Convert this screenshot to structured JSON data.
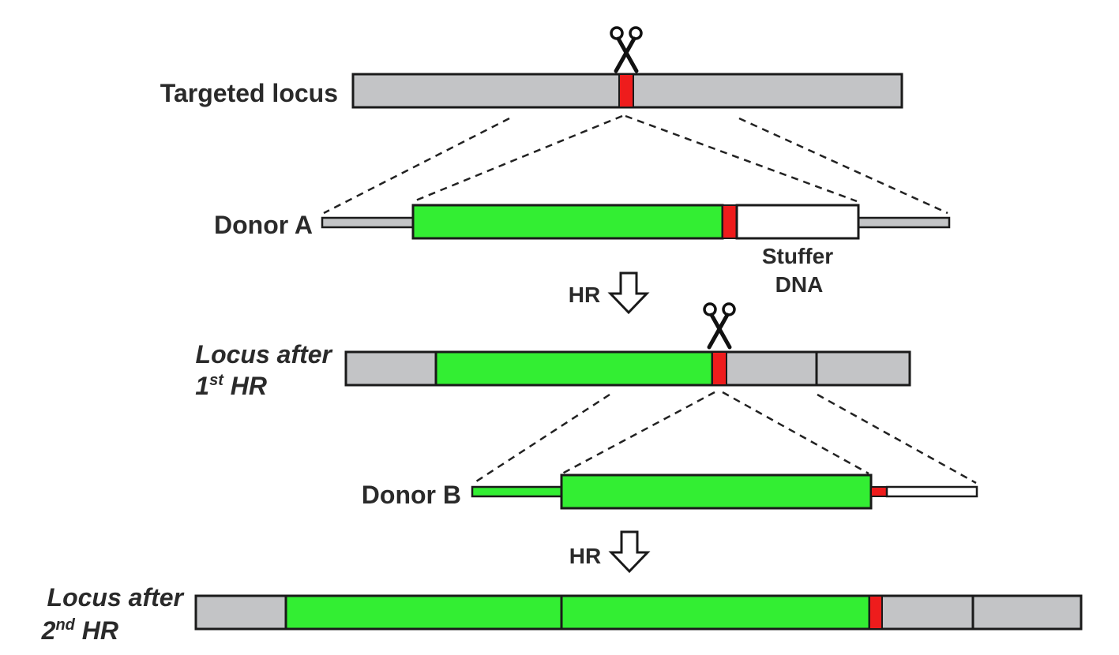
{
  "labels": {
    "targeted_locus": "Targeted locus",
    "donor_a": "Donor A",
    "stuffer_line1": "Stuffer",
    "stuffer_line2": "DNA",
    "hr_step1": "HR",
    "locus_after_1_line1": "Locus after",
    "locus_after_1_num": "1",
    "locus_after_1_sup": "st",
    "locus_after_1_tail": " HR",
    "donor_b": "Donor B",
    "hr_step2": "HR",
    "locus_after_2_line1": "Locus after",
    "locus_after_2_num": "2",
    "locus_after_2_sup": "nd",
    "locus_after_2_tail": " HR"
  },
  "colors": {
    "locus_gray": "#c3c4c6",
    "transgene_green": "#33ee33",
    "cut_site_red": "#ee1c1c",
    "stuffer_white": "#ffffff",
    "outline": "#1a1a1a"
  },
  "icons": [
    "scissors-icon",
    "down-arrow-icon"
  ]
}
